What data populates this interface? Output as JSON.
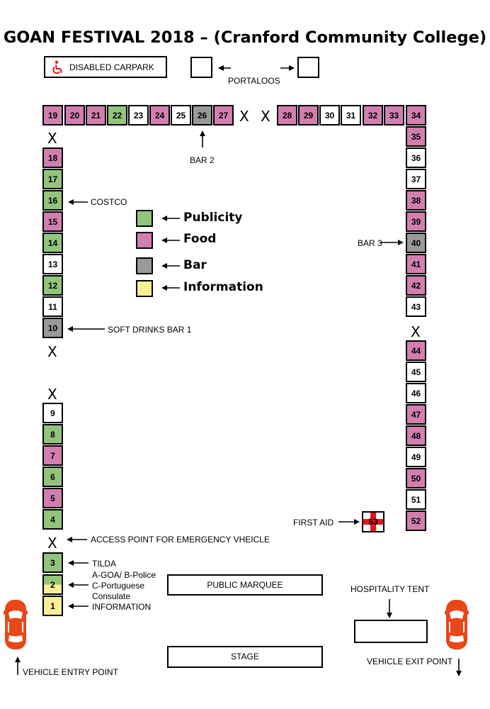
{
  "title": "GOAN FESTIVAL 2018 – (Cranford Community College)",
  "colors": {
    "publicity": "#92c47b",
    "food": "#d17fb0",
    "bar": "#999999",
    "information": "#f9ef94",
    "none": "#ffffff",
    "first_aid_cross": "#e8141c",
    "car": "#e8471a"
  },
  "legend": [
    {
      "label": "Publicity",
      "category": "publicity"
    },
    {
      "label": "Food",
      "category": "food"
    },
    {
      "label": "Bar",
      "category": "bar"
    },
    {
      "label": "Information",
      "category": "information"
    }
  ],
  "stalls": {
    "1": "information",
    "2": "split",
    "3": "publicity",
    "4": "publicity",
    "5": "food",
    "6": "publicity",
    "7": "food",
    "8": "publicity",
    "9": "none",
    "10": "bar",
    "11": "none",
    "12": "publicity",
    "13": "none",
    "14": "publicity",
    "15": "food",
    "16": "publicity",
    "17": "publicity",
    "18": "food",
    "19": "food",
    "20": "food",
    "21": "food",
    "22": "publicity",
    "23": "none",
    "24": "food",
    "25": "none",
    "26": "bar",
    "27": "food",
    "28": "food",
    "29": "food",
    "30": "none",
    "31": "none",
    "32": "food",
    "33": "food",
    "34": "food",
    "35": "food",
    "36": "none",
    "37": "none",
    "38": "food",
    "39": "food",
    "40": "bar",
    "41": "food",
    "42": "food",
    "43": "none",
    "44": "food",
    "45": "none",
    "46": "none",
    "47": "food",
    "48": "food",
    "49": "none",
    "50": "food",
    "51": "none",
    "52": "food",
    "53": "first_aid"
  },
  "labels": {
    "disabled_carpark": "DISABLED CARPARK",
    "portaloos": "PORTALOOS",
    "bar2": "BAR 2",
    "costco": "COSTCO",
    "bar3": "BAR 3",
    "soft_drinks_bar1": "SOFT DRINKS BAR 1",
    "first_aid": "FIRST AID",
    "access_point": "ACCESS POINT FOR EMERGENCY VHEICLE",
    "tilda": "TILDA",
    "stall2_line1": "A-GOA/ B-Police",
    "stall2_line2": "C-Portuguese",
    "stall2_line3": "Consulate",
    "information": "INFORMATION",
    "public_marquee": "PUBLIC MARQUEE",
    "hospitality_tent": "HOSPITALITY TENT",
    "stage": "STAGE",
    "vehicle_entry": "VEHICLE ENTRY POINT",
    "vehicle_exit": "VEHICLE EXIT POINT",
    "blocked_mark": "X"
  },
  "icons": [
    "wheelchair-icon",
    "first-aid-cross-icon",
    "car-icon",
    "arrow-icon"
  ]
}
